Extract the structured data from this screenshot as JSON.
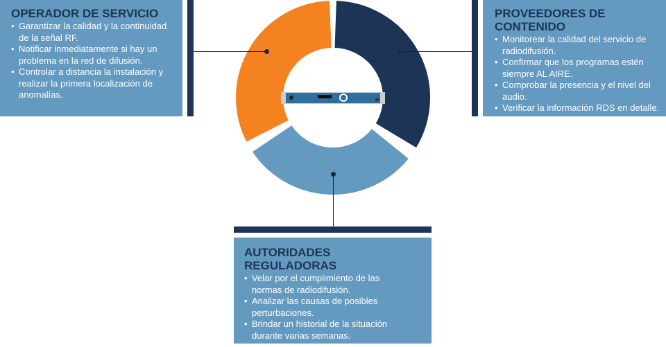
{
  "colors": {
    "operator": "#f58220",
    "content": "#1c3557",
    "authority": "#6499c0",
    "box": "#6499c0",
    "title": "#1c3557"
  },
  "operator": {
    "title": "OPERADOR DE SERVICIO",
    "items": [
      "Garantizar la calidad y la continuidad de la señal RF.",
      "Notificar inmediatamente si hay un problema en la red de difusión.",
      "Controlar a distancia la instalación y realizar la primera localización de anomalías."
    ]
  },
  "content": {
    "title": "PROVEEDORES DE CONTENIDO",
    "items": [
      "Monitorear la calidad del servicio de radiodifusión.",
      "Confirmar que los programas estén siempre AL AIRE.",
      "Comprobar la presencia y el nivel del audio.",
      "Verificar la información RDS en detalle."
    ]
  },
  "authority": {
    "title": "AUTORIDADES REGULADORAS",
    "items": [
      "Velar por el cumplimiento de las normas de radiodifusión.",
      "Analizar las causas de posibles perturbaciones.",
      "Brindar un historial de la situación durante varias semanas."
    ]
  }
}
